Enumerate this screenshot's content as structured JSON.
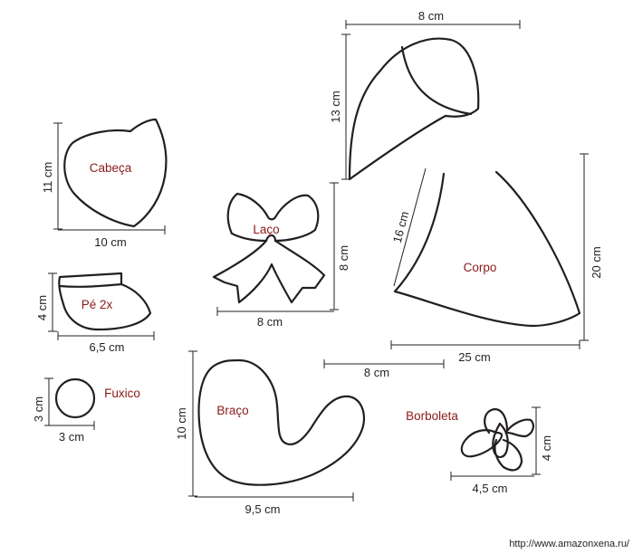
{
  "pattern": {
    "pieces": [
      {
        "id": "cabeca",
        "name": "Cabeça",
        "width_label": "10 cm",
        "height_label": "11 cm"
      },
      {
        "id": "pe",
        "name": "Pé 2x",
        "width_label": "6,5 cm",
        "height_label": "4 cm"
      },
      {
        "id": "fuxico",
        "name": "Fuxico",
        "width_label": "3 cm",
        "height_label": "3 cm"
      },
      {
        "id": "laco",
        "name": "Laço",
        "width_label": "8 cm",
        "height_label": "8 cm"
      },
      {
        "id": "braco",
        "name": "Braço",
        "width_label": "9,5 cm",
        "height_label": "10 cm"
      },
      {
        "id": "borboleta",
        "name": "Borboleta",
        "width_label": "4,5 cm",
        "height_label": "4 cm"
      },
      {
        "id": "gorro",
        "name": "",
        "width_label": "8 cm",
        "height_label": "13 cm"
      },
      {
        "id": "corpo",
        "name": "Corpo",
        "width_label": "25 cm",
        "height_label": "20 cm",
        "edge_label": "16 cm"
      }
    ],
    "extra_labels": {
      "free_8cm": "8 cm"
    }
  },
  "watermark": "http://www.amazonxena.ru/"
}
